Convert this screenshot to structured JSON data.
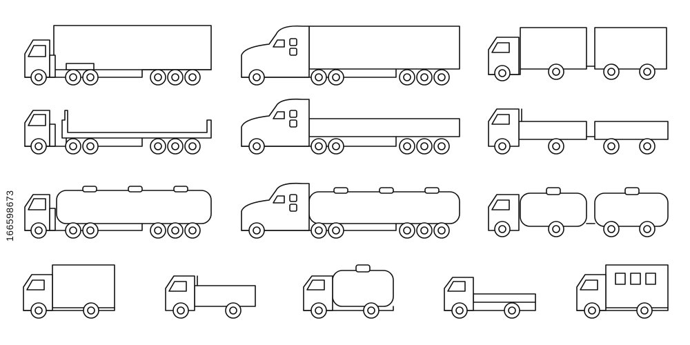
{
  "image": {
    "background": "#ffffff",
    "stroke_color": "#111111",
    "watermark_id": "166598673"
  },
  "vehicles": [
    {
      "row": 1,
      "kind": "cabover-box-semi"
    },
    {
      "row": 1,
      "kind": "conventional-box-semi"
    },
    {
      "row": 1,
      "kind": "box-truck-with-trailer"
    },
    {
      "row": 2,
      "kind": "cabover-flatbed-semi"
    },
    {
      "row": 2,
      "kind": "conventional-flatbed-semi"
    },
    {
      "row": 2,
      "kind": "flatbed-truck-with-trailer"
    },
    {
      "row": 3,
      "kind": "cabover-tanker-semi"
    },
    {
      "row": 3,
      "kind": "conventional-tanker-semi"
    },
    {
      "row": 3,
      "kind": "tank-truck-with-tank-trailer"
    },
    {
      "row": 4,
      "kind": "box-truck"
    },
    {
      "row": 4,
      "kind": "pickup-truck"
    },
    {
      "row": 4,
      "kind": "small-tank-truck"
    },
    {
      "row": 4,
      "kind": "flatbed-truck"
    },
    {
      "row": 4,
      "kind": "bus-van"
    }
  ]
}
